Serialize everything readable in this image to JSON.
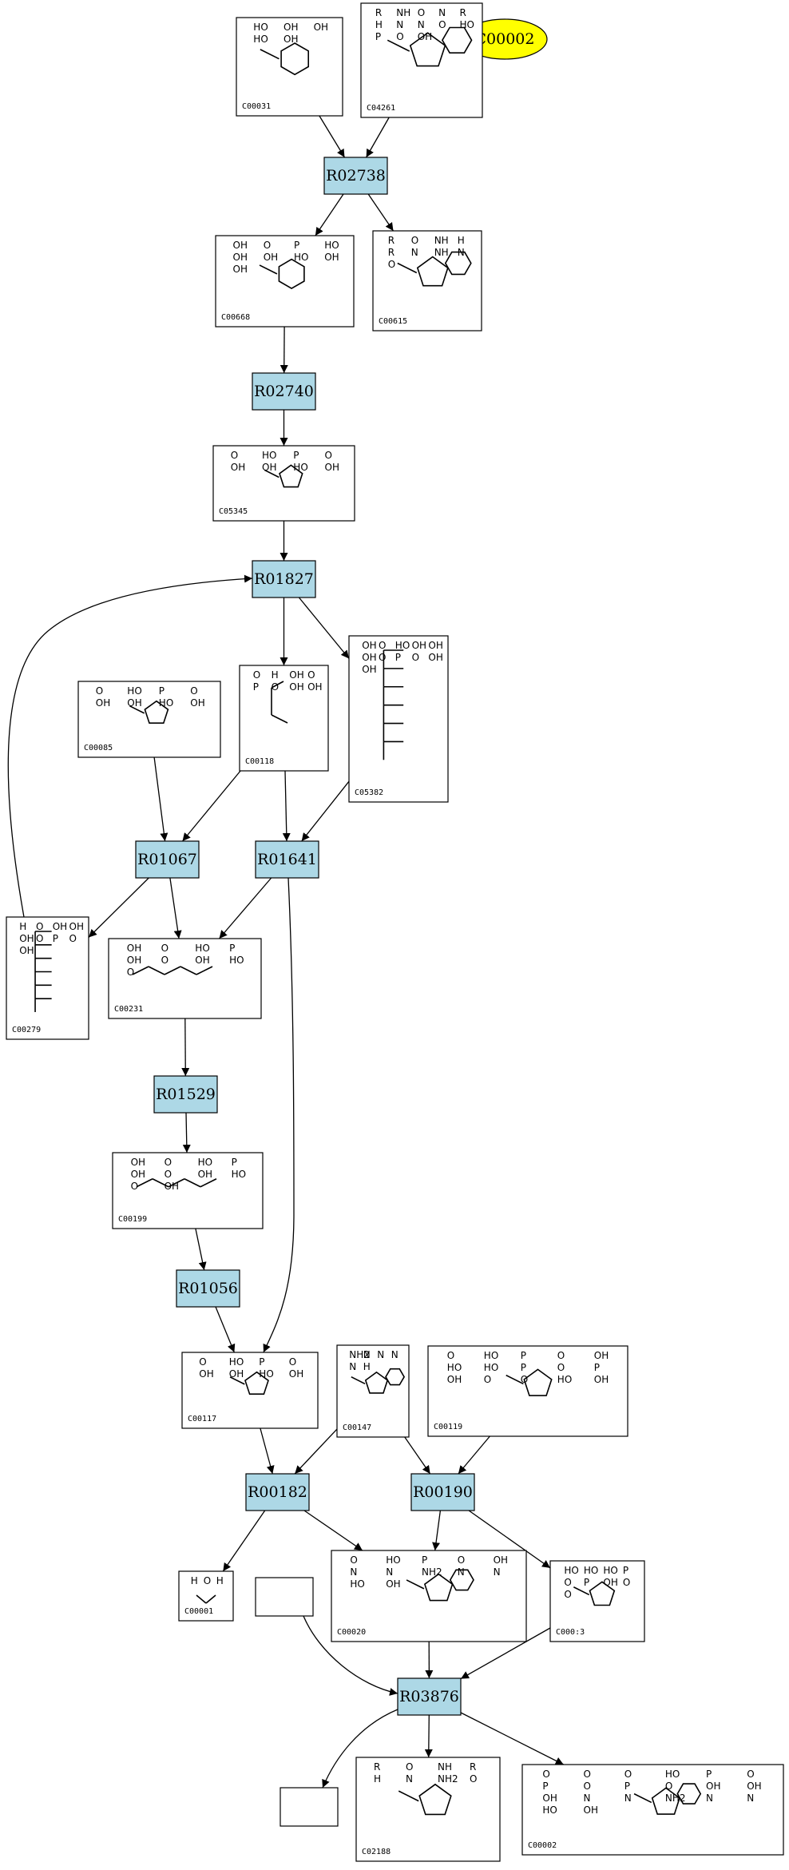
{
  "highlight_node": {
    "label": "C00002",
    "color": "#ffff00"
  },
  "colors": {
    "reaction_fill": "#add8e6",
    "edge": "#000000",
    "box_stroke": "#000000"
  },
  "reactions": [
    {
      "id": "R02738",
      "label": "R02738"
    },
    {
      "id": "R02740",
      "label": "R02740"
    },
    {
      "id": "R01827",
      "label": "R01827"
    },
    {
      "id": "R01067",
      "label": "R01067"
    },
    {
      "id": "R01641",
      "label": "R01641"
    },
    {
      "id": "R01529",
      "label": "R01529"
    },
    {
      "id": "R01056",
      "label": "R01056"
    },
    {
      "id": "R00182",
      "label": "R00182"
    },
    {
      "id": "R00190",
      "label": "R00190"
    },
    {
      "id": "R03876",
      "label": "R03876"
    }
  ],
  "compounds": [
    {
      "id": "C00031",
      "label": "C00031"
    },
    {
      "id": "C04261",
      "label": "C04261"
    },
    {
      "id": "C00668",
      "label": "C00668"
    },
    {
      "id": "C00615",
      "label": "C00615"
    },
    {
      "id": "C05345",
      "label": "C05345"
    },
    {
      "id": "C00085",
      "label": "C00085"
    },
    {
      "id": "C00118",
      "label": "C00118"
    },
    {
      "id": "C05382",
      "label": "C05382"
    },
    {
      "id": "C00279",
      "label": "C00279"
    },
    {
      "id": "C00231",
      "label": "C00231"
    },
    {
      "id": "C00199",
      "label": "C00199"
    },
    {
      "id": "C00117",
      "label": "C00117"
    },
    {
      "id": "C00147",
      "label": "C00147"
    },
    {
      "id": "C00119",
      "label": "C00119"
    },
    {
      "id": "C00001",
      "label": "C00001"
    },
    {
      "id": "C00020",
      "label": "C00020"
    },
    {
      "id": "C00013",
      "label": "C000:3"
    },
    {
      "id": "C02188",
      "label": "C02188"
    },
    {
      "id": "C00002b",
      "label": "C00002"
    },
    {
      "id": "blank1",
      "label": ""
    },
    {
      "id": "blank2",
      "label": ""
    }
  ],
  "edges": [
    [
      "C00031",
      "R02738"
    ],
    [
      "C04261",
      "R02738"
    ],
    [
      "R02738",
      "C00668"
    ],
    [
      "R02738",
      "C00615"
    ],
    [
      "C00668",
      "R02740"
    ],
    [
      "R02740",
      "C05345"
    ],
    [
      "C05345",
      "R01827"
    ],
    [
      "R01827",
      "C00118"
    ],
    [
      "R01827",
      "C05382"
    ],
    [
      "C00279",
      "R01827"
    ],
    [
      "C00085",
      "R01067"
    ],
    [
      "C00118",
      "R01067"
    ],
    [
      "C00118",
      "R01641"
    ],
    [
      "C05382",
      "R01641"
    ],
    [
      "R01067",
      "C00279"
    ],
    [
      "R01067",
      "C00231"
    ],
    [
      "R01641",
      "C00231"
    ],
    [
      "R01641",
      "C00117"
    ],
    [
      "C00231",
      "R01529"
    ],
    [
      "R01529",
      "C00199"
    ],
    [
      "C00199",
      "R01056"
    ],
    [
      "R01056",
      "C00117"
    ],
    [
      "C00117",
      "R00182"
    ],
    [
      "C00147",
      "R00182"
    ],
    [
      "C00147",
      "R00190"
    ],
    [
      "C00119",
      "R00190"
    ],
    [
      "R00182",
      "C00001"
    ],
    [
      "R00182",
      "C00020"
    ],
    [
      "R00190",
      "C00020"
    ],
    [
      "R00190",
      "C00013"
    ],
    [
      "blank1",
      "R03876"
    ],
    [
      "C00020",
      "R03876"
    ],
    [
      "C00013",
      "R03876"
    ],
    [
      "R03876",
      "blank2"
    ],
    [
      "R03876",
      "C02188"
    ],
    [
      "R03876",
      "C00002b"
    ]
  ],
  "structure_text": {
    "C00031": [
      "HO",
      "OH",
      "OH",
      "HO",
      "OH"
    ],
    "C04261": [
      "R",
      "NH",
      "O",
      "N",
      "R",
      "H",
      "N",
      "N",
      "O",
      "HO",
      "P",
      "O",
      "OH"
    ],
    "C00668": [
      "OH",
      "O",
      "P",
      "HO",
      "OH",
      "OH",
      "HO",
      "OH",
      "OH"
    ],
    "C00615": [
      "R",
      "O",
      "NH",
      "H",
      "R",
      "N",
      "NH",
      "N",
      "O"
    ],
    "C05345": [
      "O",
      "HO",
      "P",
      "O",
      "OH",
      "OH",
      "HO",
      "OH"
    ],
    "C00085": [
      "O",
      "HO",
      "P",
      "O",
      "OH",
      "OH",
      "HO",
      "OH"
    ],
    "C00118": [
      "O",
      "H",
      "OH",
      "O",
      "P",
      "O",
      "OH",
      "OH"
    ],
    "C05382": [
      "OH",
      "O",
      "HO",
      "OH",
      "OH",
      "OH",
      "O",
      "P",
      "O",
      "OH",
      "OH"
    ],
    "C00279": [
      "H",
      "O",
      "OH",
      "OH",
      "OH",
      "O",
      "P",
      "O",
      "OH"
    ],
    "C00231": [
      "OH",
      "O",
      "HO",
      "P",
      "OH",
      "O",
      "OH",
      "HO",
      "O"
    ],
    "C00199": [
      "OH",
      "O",
      "HO",
      "P",
      "OH",
      "O",
      "OH",
      "HO",
      "O",
      "OH"
    ],
    "C00117": [
      "O",
      "HO",
      "P",
      "O",
      "OH",
      "OH",
      "HO",
      "OH"
    ],
    "C00147": [
      "NH2",
      "N",
      "N",
      "N",
      "N",
      "H"
    ],
    "C00119": [
      "O",
      "HO",
      "P",
      "O",
      "OH",
      "HO",
      "HO",
      "P",
      "O",
      "P",
      "OH",
      "O",
      "O",
      "HO",
      "OH"
    ],
    "C00001": [
      "H",
      "O",
      "H"
    ],
    "C00020": [
      "O",
      "HO",
      "P",
      "O",
      "OH",
      "N",
      "N",
      "NH2",
      "N",
      "N",
      "HO",
      "OH"
    ],
    "C00013": [
      "HO",
      "HO",
      "HO",
      "P",
      "O",
      "P",
      "OH",
      "O",
      "O"
    ],
    "C02188": [
      "R",
      "O",
      "NH",
      "R",
      "H",
      "N",
      "NH2",
      "O"
    ],
    "C00002b": [
      "O",
      "O",
      "O",
      "HO",
      "P",
      "O",
      "P",
      "O",
      "P",
      "O",
      "OH",
      "OH",
      "OH",
      "N",
      "N",
      "NH2",
      "N",
      "N",
      "HO",
      "OH"
    ]
  }
}
